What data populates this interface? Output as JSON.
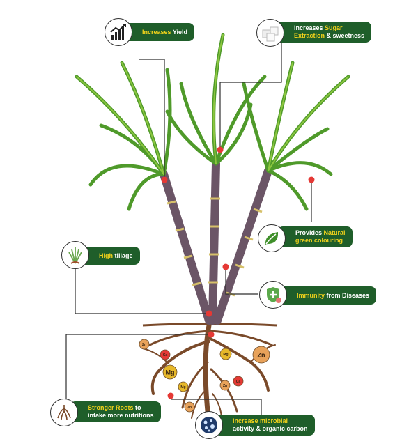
{
  "colors": {
    "pill_bg": "#1f5e2a",
    "highlight": "#f2d21b",
    "leaf_green": "#4f9a2a",
    "stalk_purple": "#6b5566",
    "node_yellow": "#d6c06a",
    "root_brown": "#7a4a2a",
    "marker_red": "#e53935"
  },
  "callouts": {
    "yield": {
      "icon": "bar-chart-up-icon",
      "hl": "Increases",
      "rest": " Yield"
    },
    "sugar": {
      "icon": "sugar-cubes-icon",
      "line1_a": "Increases ",
      "line1_hl": "Sugar",
      "line2_a": "Extraction",
      "line2_b": " & sweetness"
    },
    "colour": {
      "icon": "leaf-icon",
      "line1_a": "Provides ",
      "line1_hl": "Natural",
      "line2_hl": "green colouring"
    },
    "tillage": {
      "icon": "grass-clump-icon",
      "hl": "High",
      "rest": " tillage"
    },
    "immunity": {
      "icon": "shield-plus-icon",
      "hl": "Immunity",
      "rest": " from Diseases"
    },
    "roots": {
      "icon": "roots-icon",
      "line1_hl": "Stronger Roots",
      "line1_b": " to",
      "line2": "intake more nutritions"
    },
    "microbial": {
      "icon": "microbes-icon",
      "line1_hl": "Increase microbial",
      "line2": "activity & organic carbon"
    }
  },
  "nutrients": [
    "Zn",
    "Ca",
    "Mg",
    "Mg",
    "Zn",
    "Mg",
    "Zn",
    "Ca",
    "Zn"
  ]
}
